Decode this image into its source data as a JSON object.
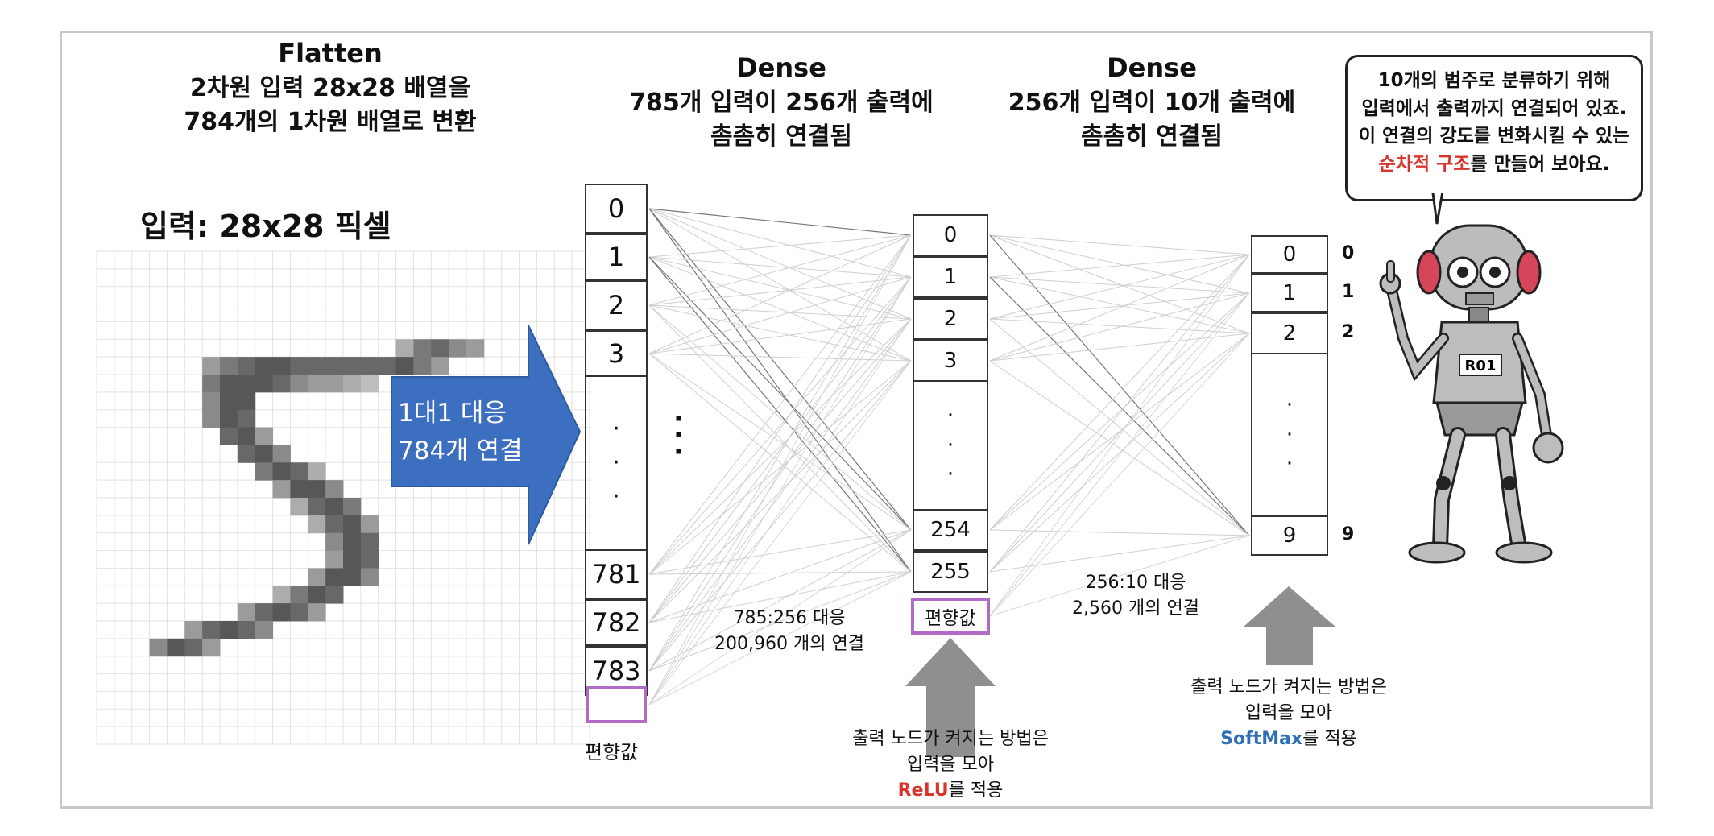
{
  "flatten": {
    "title": "Flatten",
    "line1": "2차원 입력 28x28 배열을",
    "line2": "784개의 1차원 배열로 변환"
  },
  "input_label": "입력: 28x28 픽셀",
  "arrow": {
    "line1": "1대1 대응",
    "line2": "784개 연결"
  },
  "dense1": {
    "title": "Dense",
    "line1": "785개 입력이 256개 출력에",
    "line2": "촘촘히 연결됨"
  },
  "dense2": {
    "title": "Dense",
    "line1": "256개 입력이 10개 출력에",
    "line2": "촘촘히 연결됨"
  },
  "layer1_nodes": [
    "0",
    "1",
    "2",
    "3",
    "781",
    "782",
    "783"
  ],
  "layer2_nodes": [
    "0",
    "1",
    "2",
    "3",
    "254",
    "255"
  ],
  "layer3_nodes": [
    "0",
    "1",
    "2",
    "9"
  ],
  "output_labels": [
    "0",
    "1",
    "2",
    "9"
  ],
  "bias_label": "편향값",
  "conn1": {
    "line1": "785:256 대응",
    "line2": "200,960 개의 연결"
  },
  "conn2": {
    "line1": "256:10 대응",
    "line2": "2,560 개의 연결"
  },
  "relu_note": {
    "line1": "출력 노드가 켜지는 방법은",
    "line2": "입력을 모아",
    "highlight": "ReLU",
    "suffix": "를 적용"
  },
  "softmax_note": {
    "line1": "출력 노드가 켜지는 방법은",
    "line2": "입력을 모아",
    "highlight": "SoftMax",
    "suffix": "를 적용"
  },
  "speech": {
    "line1": "10개의 범주로 분류하기 위해",
    "line2": "입력에서 출력까지 연결되어 있죠.",
    "line3": "이 연결의 강도를 변화시킬 수 있는",
    "highlight": "순차적 구조",
    "line4_suffix": "를 만들어 보아요."
  },
  "robot_badge": "R01",
  "colors": {
    "arrow": "#3d6fc0",
    "bias_border": "#b06cc4",
    "relu": "#d9342b",
    "softmax": "#2f6fb7",
    "big_arrow": "#8f8f91"
  }
}
